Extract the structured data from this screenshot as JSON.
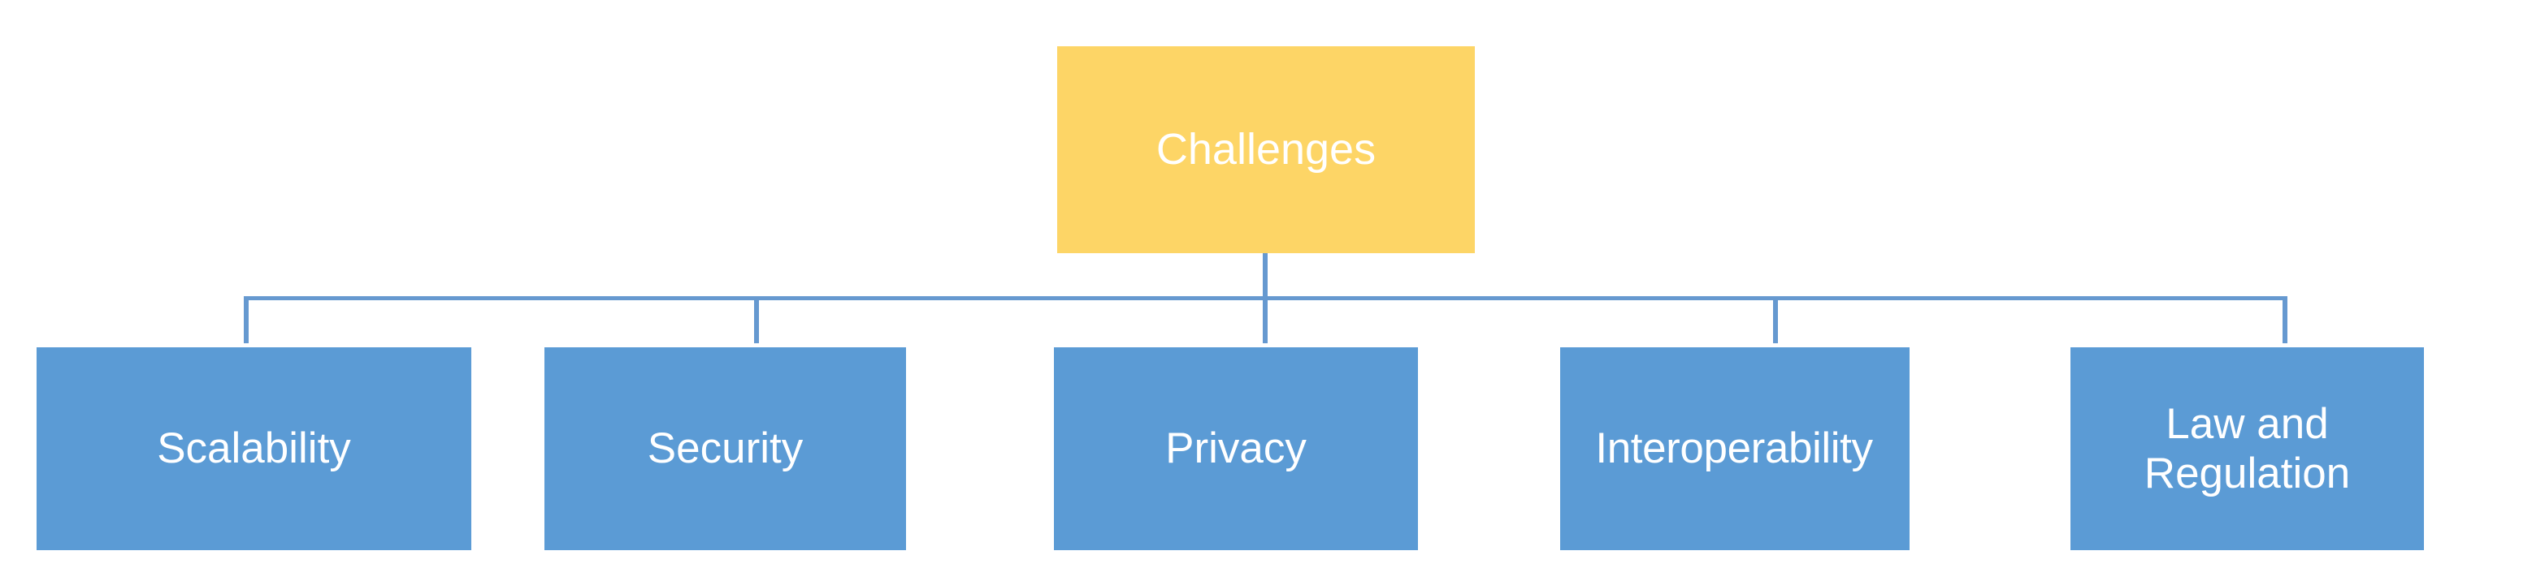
{
  "diagram": {
    "type": "hierarchy-tree",
    "title": "Challenges",
    "background_color": "#FFFFFF",
    "root": {
      "id": "challenges",
      "label": "Challenges",
      "fill_color": "#FDD566",
      "text_color": "#FFFFFF"
    },
    "connector": {
      "color": "#6699D0",
      "style": "orthogonal-elbow"
    },
    "children": [
      {
        "id": "scalability",
        "label": "Scalability",
        "fill_color": "#5B9BD5",
        "text_color": "#FFFFFF"
      },
      {
        "id": "security",
        "label": "Security",
        "fill_color": "#5B9BD5",
        "text_color": "#FFFFFF"
      },
      {
        "id": "privacy",
        "label": "Privacy",
        "fill_color": "#5B9BD5",
        "text_color": "#FFFFFF"
      },
      {
        "id": "interoperability",
        "label": "Interoperability",
        "fill_color": "#5B9BD5",
        "text_color": "#FFFFFF"
      },
      {
        "id": "law-and-regulation",
        "label": "Law and Regulation",
        "fill_color": "#5B9BD5",
        "text_color": "#FFFFFF"
      }
    ]
  }
}
